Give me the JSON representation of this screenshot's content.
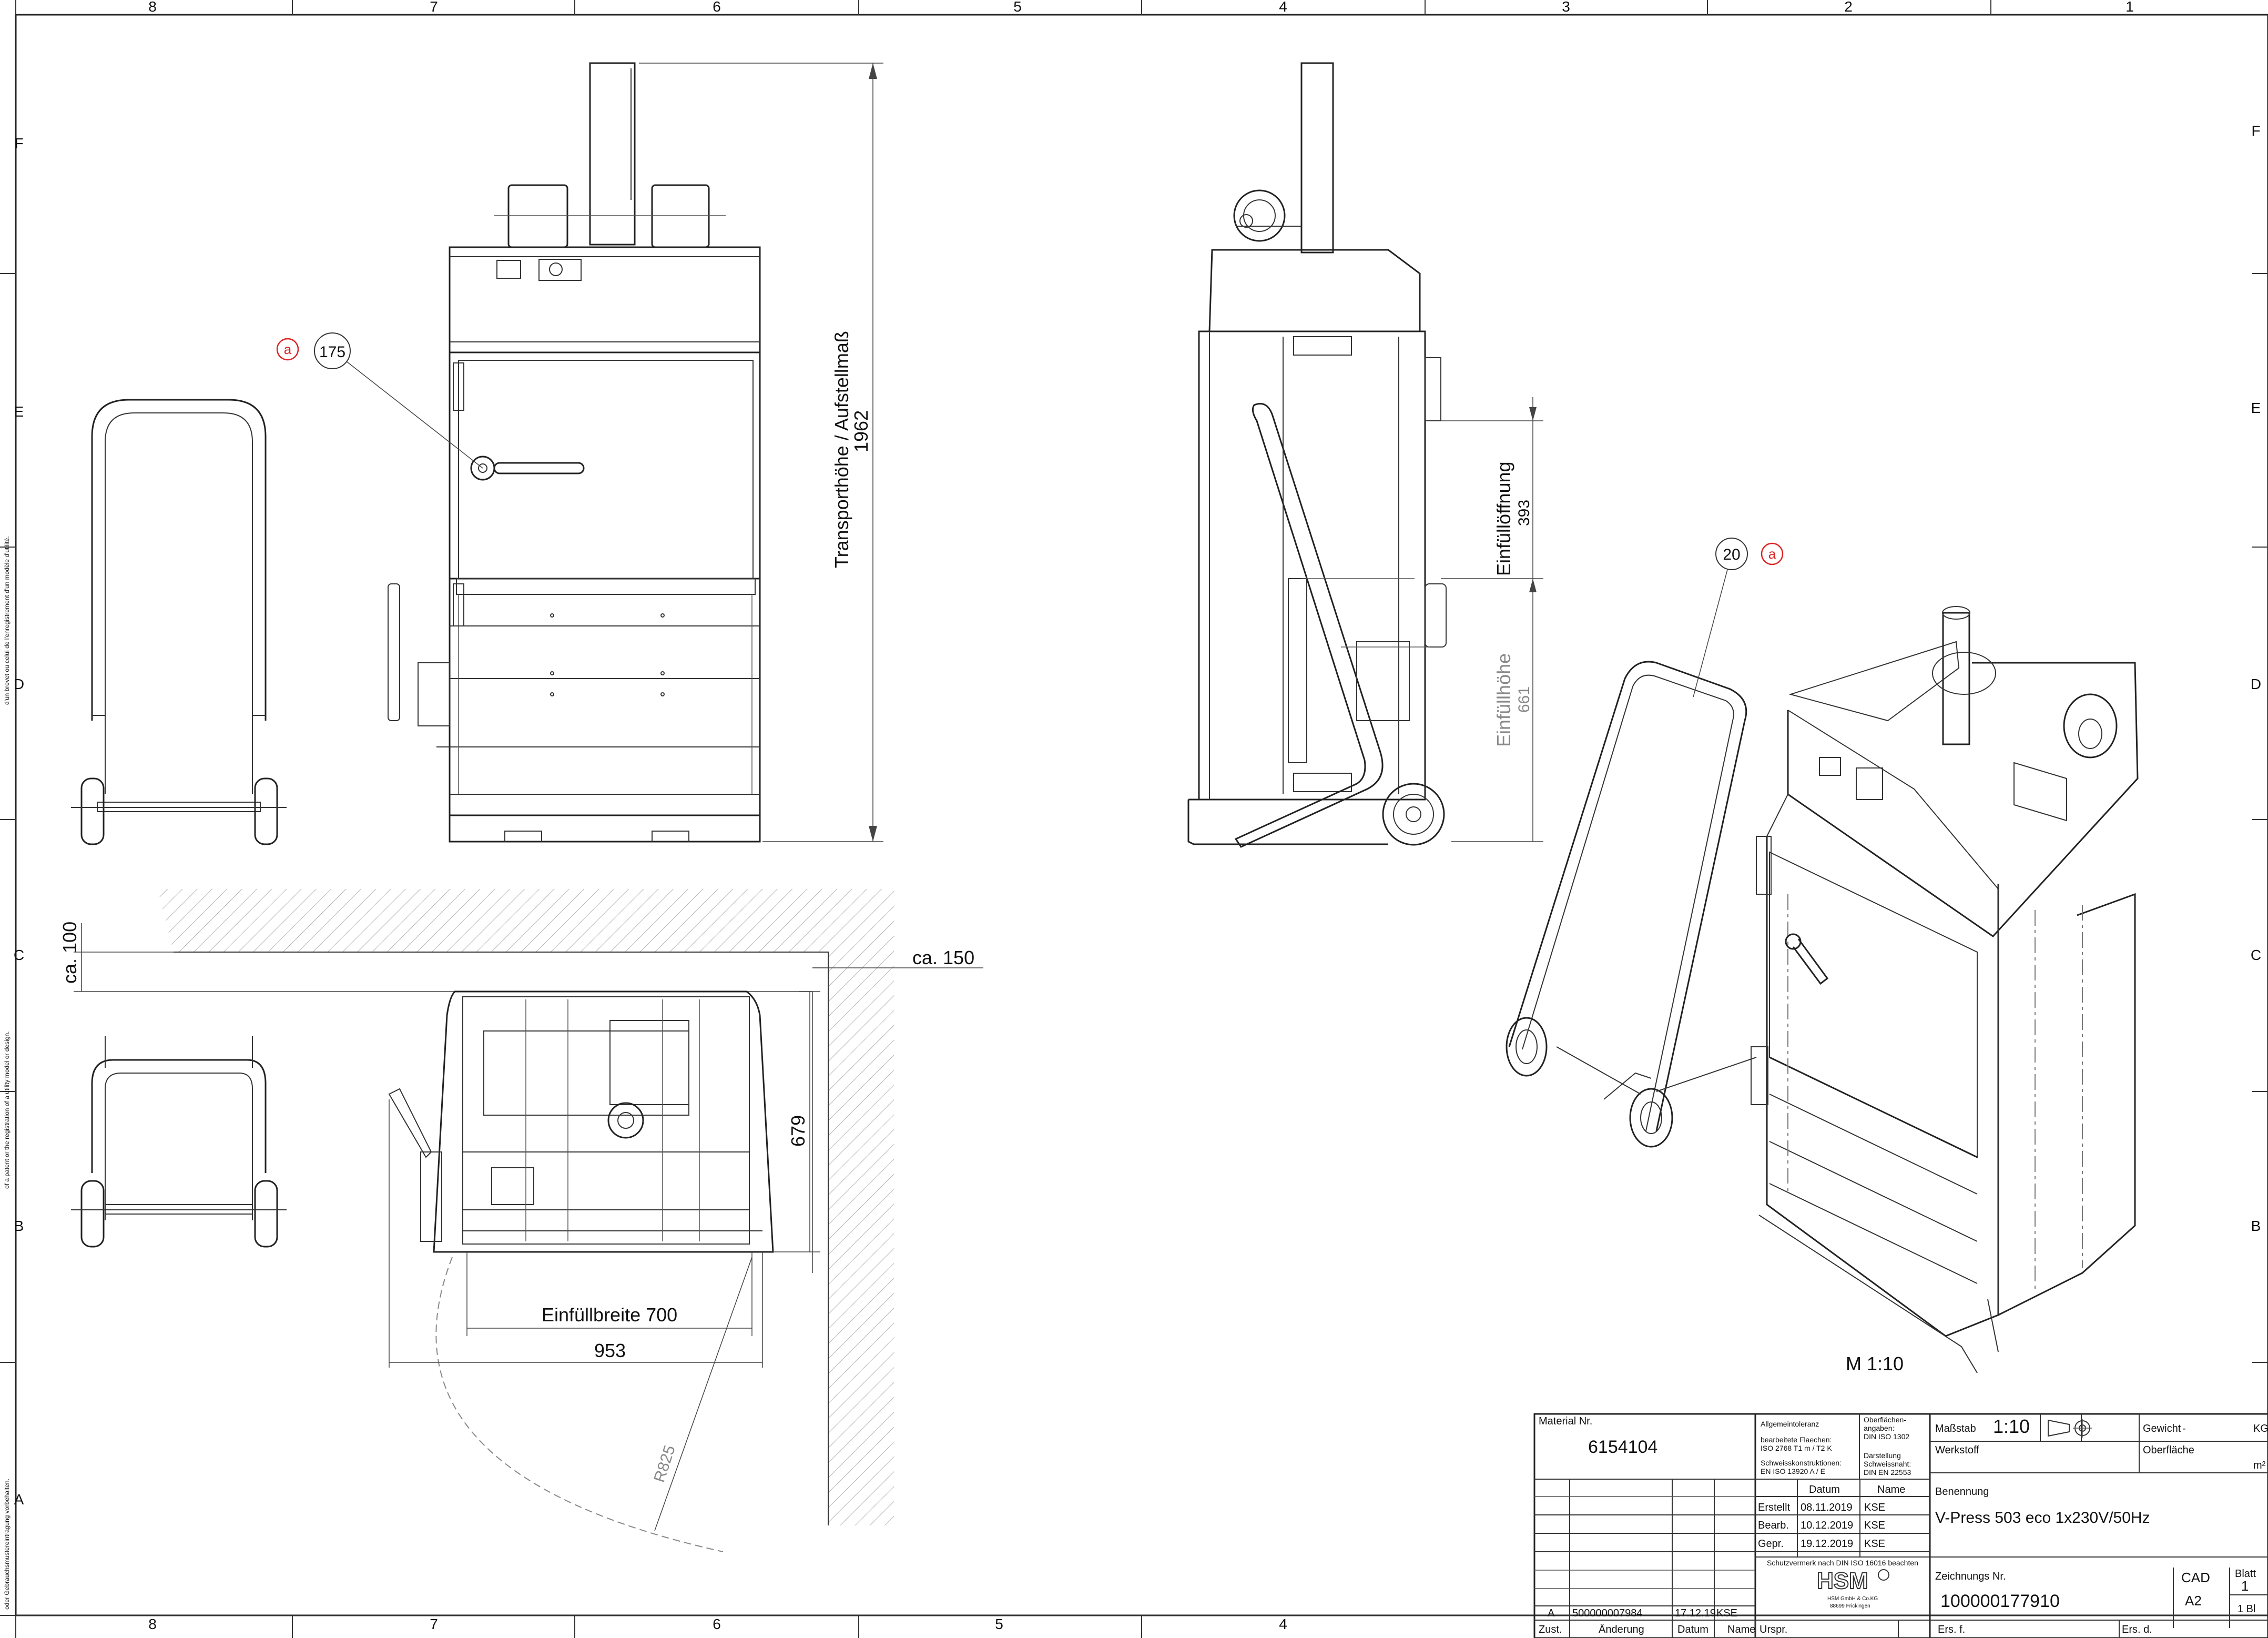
{
  "zones": {
    "top": [
      "8",
      "7",
      "6",
      "5",
      "4",
      "3",
      "2",
      "1"
    ],
    "bottom": [
      "8",
      "7",
      "6",
      "5",
      "4"
    ],
    "left": [
      "F",
      "E",
      "D",
      "C",
      "B",
      "A"
    ],
    "right": [
      "F",
      "E",
      "D",
      "C",
      "B"
    ]
  },
  "margin_notes": {
    "line1": "d'un brevet ou celui de l'enregistrement d'un modèle d'utilité.",
    "line2": "of a patent or the registration of a utility model or design.",
    "line3": "oder Gebrauchsmustereintragung vorbehalten."
  },
  "balloons": {
    "part_175": "175",
    "part_20": "20",
    "revision_mark": "a"
  },
  "dimensions": {
    "transport_height_label": "Transporthöhe / Aufstellmaß",
    "transport_height_value": "1962",
    "fill_opening_label": "Einfüllöffnung",
    "fill_opening_value": "393",
    "fill_height_label": "Einfüllhöhe",
    "fill_height_value": "661",
    "wall_gap_top": "ca. 100",
    "wall_gap_side": "ca. 150",
    "depth": "679",
    "fill_width": "Einfüllbreite 700",
    "total_width": "953",
    "door_radius": "R825"
  },
  "view_scale": "M 1:10",
  "title_block": {
    "material_label": "Material Nr.",
    "material_no": "6154104",
    "general_tolerance": "Allgemeintoleranz",
    "machined_surfaces": "bearbeitete Flaechen:",
    "iso_2768": "ISO 2768 T1 m / T2 K",
    "welded_constructions": "Schweisskonstruktionen:",
    "iso_13920": "EN ISO 13920 A / E",
    "surface_specs": "Oberflächen-",
    "surface_specs2": "angaben:",
    "din_iso_1302": "DIN ISO 1302",
    "representation": "Darstellung",
    "weld_seams": "Schweissnaht:",
    "din_en_22553": "DIN EN 22553",
    "col_date": "Datum",
    "col_name": "Name",
    "created_label": "Erstellt",
    "created_date": "08.11.2019",
    "created_name": "KSE",
    "edited_label": "Bearb.",
    "edited_date": "10.12.2019",
    "edited_name": "KSE",
    "checked_label": "Gepr.",
    "checked_date": "19.12.2019",
    "checked_name": "KSE",
    "protection_note": "Schutzvermerk nach DIN ISO 16016 beachten",
    "company_logo_text": "HSM",
    "company_name": "HSM GmbH & Co.KG",
    "company_city": "88699 Frickingen",
    "scale_label": "Maßstab",
    "scale_value": "1:10",
    "weight_label": "Gewicht",
    "weight_value": "-",
    "weight_unit": "KG",
    "material_field_label": "Werkstoff",
    "surface_label": "Oberfläche",
    "surface_unit": "m²",
    "designation_label": "Benennung",
    "designation": "V-Press 503 eco 1x230V/50Hz",
    "drawing_no_label": "Zeichnungs Nr.",
    "drawing_no": "100000177910",
    "cad_label": "CAD",
    "cad_format": "A2",
    "sheet_label": "Blatt",
    "sheet_no": "1",
    "sheet_total": "1 Bl",
    "rev_letter": "A",
    "rev_change_no": "500000007984",
    "rev_date": "17.12.19",
    "rev_name": "KSE",
    "col_zust": "Zust.",
    "col_change": "Änderung",
    "col_rev_date": "Datum",
    "col_rev_name": "Name",
    "col_origin": "Urspr.",
    "replaces": "Ers. f.",
    "replaced_by": "Ers. d."
  }
}
